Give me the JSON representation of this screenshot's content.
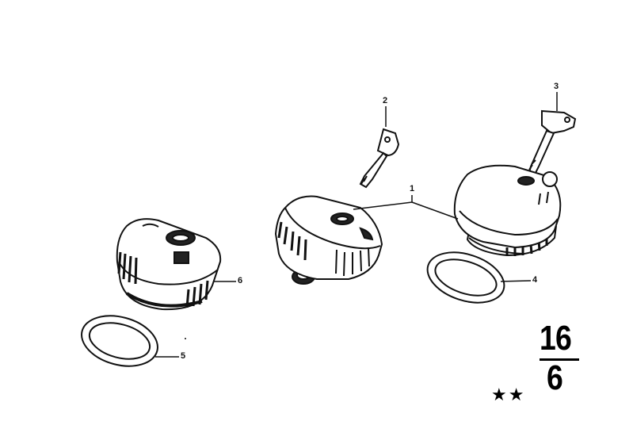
{
  "callouts": {
    "cap_locking": "1",
    "key_small": "2",
    "key_large": "3",
    "gasket_right": "4",
    "gasket_left": "5",
    "cap_plain": "6"
  },
  "section": {
    "top": "16",
    "bottom": "6"
  },
  "marks": {
    "stars": "★★"
  },
  "colors": {
    "ink": "#111111",
    "paper": "#ffffff"
  }
}
